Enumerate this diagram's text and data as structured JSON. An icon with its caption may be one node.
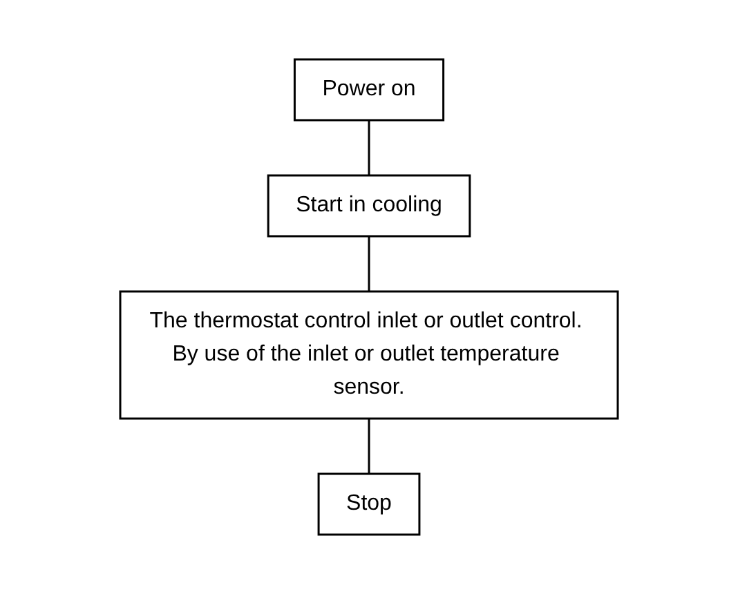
{
  "diagram": {
    "nodes": [
      {
        "text": [
          "Power on"
        ]
      },
      {
        "text": [
          "Start in cooling"
        ]
      },
      {
        "text": [
          "The thermostat control inlet or outlet control. By use of the inlet or outlet temperature sensor."
        ]
      },
      {
        "text": [
          "Stop"
        ]
      }
    ],
    "edges": [
      {
        "from": 0,
        "to": 1,
        "arrow": "none"
      },
      {
        "from": 1,
        "to": 2,
        "arrow": "none"
      },
      {
        "from": 2,
        "to": 3,
        "arrow": "none"
      }
    ]
  }
}
